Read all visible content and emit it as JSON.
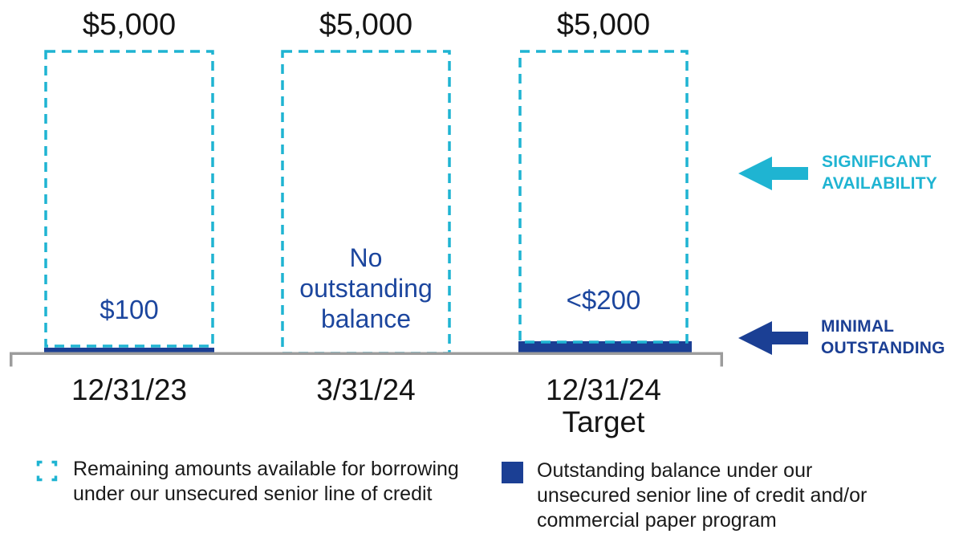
{
  "colors": {
    "cyan": "#1FB4D2",
    "navy": "#1B3F94",
    "value_text_blue": "#1C469E",
    "axis_gray": "#9C9C9C",
    "label_black": "#141414"
  },
  "bars": [
    {
      "capacity_label": "$5,000",
      "value_lines": [
        "$100"
      ],
      "date_lines": [
        "12/31/23"
      ]
    },
    {
      "capacity_label": "$5,000",
      "value_lines": [
        "No",
        "outstanding",
        "balance"
      ],
      "date_lines": [
        "3/31/24"
      ]
    },
    {
      "capacity_label": "$5,000",
      "value_lines": [
        "<$200"
      ],
      "date_lines": [
        "12/31/24",
        "Target"
      ]
    }
  ],
  "annotations": {
    "availability": {
      "line1": "SIGNIFICANT",
      "line2": "AVAILABILITY"
    },
    "outstanding": {
      "line1": "MINIMAL",
      "line2": "OUTSTANDING"
    }
  },
  "legend": {
    "available": {
      "line1": "Remaining amounts available for borrowing",
      "line2": "under our unsecured senior line of credit"
    },
    "outstanding": {
      "line1": "Outstanding balance under our",
      "line2": "unsecured senior line of credit and/or",
      "line3": "commercial paper program"
    }
  },
  "chart_data": {
    "type": "bar",
    "categories": [
      "12/31/23",
      "3/31/24",
      "12/31/24 Target"
    ],
    "series": [
      {
        "name": "Remaining amounts available for borrowing under our unsecured senior line of credit",
        "values": [
          4900,
          5000,
          4800
        ]
      },
      {
        "name": "Outstanding balance under our unsecured senior line of credit and/or commercial paper program",
        "values": [
          100,
          0,
          200
        ]
      }
    ],
    "bar_total_labels": [
      "$5,000",
      "$5,000",
      "$5,000"
    ],
    "outstanding_value_labels": [
      "$100",
      "No outstanding balance",
      "<$200"
    ],
    "ylim": [
      0,
      5000
    ],
    "annotations": [
      "SIGNIFICANT AVAILABILITY",
      "MINIMAL OUTSTANDING"
    ],
    "legend_position": "bottom",
    "grid": false
  }
}
